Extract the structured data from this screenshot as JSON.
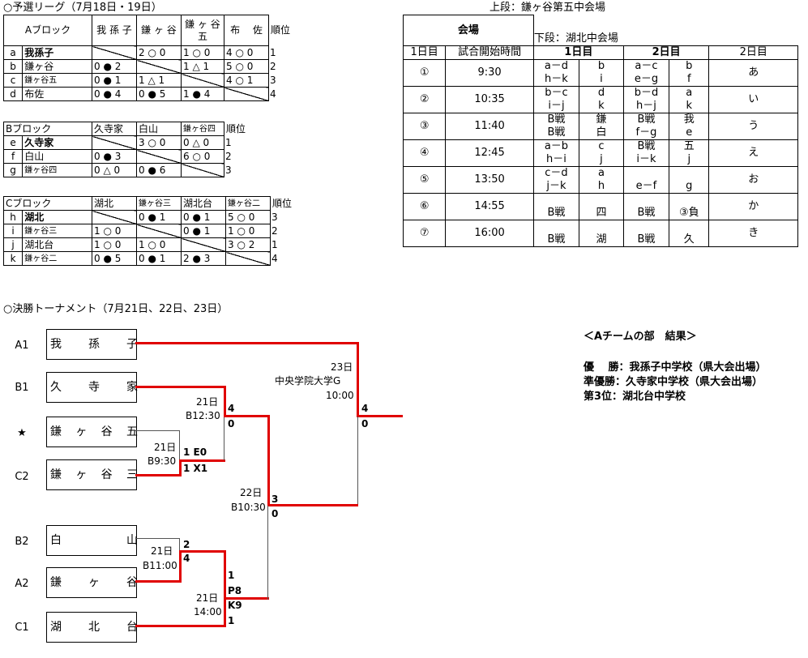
{
  "prelim": {
    "title": "○予選リーグ（7月18日・19日）",
    "blockA": {
      "label": "Aブロック",
      "col_heads": [
        "我 孫 子",
        "鎌 ヶ 谷",
        "鎌 ヶ 谷 五",
        "布　 佐"
      ],
      "rank_label": "順位",
      "rows": [
        {
          "k": "a",
          "name": "我孫子",
          "r": [
            "",
            "2 ○ 0",
            "1 ○ 0",
            "4 ○ 0"
          ],
          "rank": "1"
        },
        {
          "k": "b",
          "name": "鎌ヶ谷",
          "r": [
            "0 ● 2",
            "",
            "1 △ 1",
            "5 ○ 0"
          ],
          "rank": "2"
        },
        {
          "k": "c",
          "name": "鎌ヶ谷五",
          "r": [
            "0 ● 1",
            "1 △ 1",
            "",
            "4 ○ 1"
          ],
          "rank": "3"
        },
        {
          "k": "d",
          "name": "布佐",
          "r": [
            "0 ● 4",
            "0 ● 5",
            "1 ● 4",
            ""
          ],
          "rank": "4"
        }
      ]
    },
    "blockB": {
      "label": "Bブロック",
      "col_heads": [
        "久寺家",
        "白山",
        "鎌ヶ谷四"
      ],
      "rank_label": "順位",
      "rows": [
        {
          "k": "e",
          "name": "久寺家",
          "r": [
            "",
            "3 ○ 0",
            "0 △ 0"
          ],
          "rank": "1"
        },
        {
          "k": "f",
          "name": "白山",
          "r": [
            "0 ● 3",
            "",
            "6 ○ 0"
          ],
          "rank": "2"
        },
        {
          "k": "g",
          "name": "鎌ヶ谷四",
          "r": [
            "0 △ 0",
            "0 ● 6",
            ""
          ],
          "rank": "3"
        }
      ]
    },
    "blockC": {
      "label": "Cブロック",
      "col_heads": [
        "湖北",
        "鎌ヶ谷三",
        "湖北台",
        "鎌ヶ谷二"
      ],
      "rank_label": "順位",
      "rows": [
        {
          "k": "h",
          "name": "湖北",
          "r": [
            "",
            "0 ● 1",
            "0 ● 1",
            "5 ○ 0"
          ],
          "rank": "3"
        },
        {
          "k": "i",
          "name": "鎌ヶ谷三",
          "r": [
            "1 ○ 0",
            "",
            "0 ● 1",
            "1 ○ 0"
          ],
          "rank": "2"
        },
        {
          "k": "j",
          "name": "湖北台",
          "r": [
            "1 ○ 0",
            "1 ○ 0",
            "",
            "3 ○ 2"
          ],
          "rank": "1"
        },
        {
          "k": "k",
          "name": "鎌ヶ谷二",
          "r": [
            "0 ● 5",
            "0 ● 1",
            "2 ● 3",
            ""
          ],
          "rank": "4"
        }
      ]
    }
  },
  "schedule": {
    "venue_top": "上段：鎌ヶ谷第五中会場",
    "venue_bottom": "下段：湖北中会場",
    "venue_header": "会場",
    "heads": [
      "1日目",
      "試合開始時間",
      "1日目",
      "2日目",
      "2日目"
    ],
    "rows": [
      {
        "no": "①",
        "time": "9:30",
        "a": [
          "a－d",
          "b",
          "a－c",
          "b"
        ],
        "b": [
          "h－k",
          "i",
          "e－g",
          "f"
        ],
        "d2": "あ"
      },
      {
        "no": "②",
        "time": "10:35",
        "a": [
          "b－c",
          "d",
          "b－d",
          "a"
        ],
        "b": [
          "i－j",
          "k",
          "h－j",
          "k"
        ],
        "d2": "い"
      },
      {
        "no": "③",
        "time": "11:40",
        "a": [
          "B戦",
          "鎌",
          "B戦",
          "我"
        ],
        "b": [
          "B戦",
          "白",
          "f－g",
          "e"
        ],
        "d2": "う"
      },
      {
        "no": "④",
        "time": "12:45",
        "a": [
          "a－b",
          "c",
          "B戦",
          "五"
        ],
        "b": [
          "h－i",
          "j",
          "i－k",
          "j"
        ],
        "d2": "え"
      },
      {
        "no": "⑤",
        "time": "13:50",
        "a": [
          "c－d",
          "a",
          "",
          ""
        ],
        "b": [
          "j－k",
          "h",
          "e－f",
          "g"
        ],
        "d2": "お"
      },
      {
        "no": "⑥",
        "time": "14:55",
        "a": [
          "",
          "",
          "",
          ""
        ],
        "b": [
          "B戦",
          "四",
          "B戦",
          "③負"
        ],
        "d2": "か"
      },
      {
        "no": "⑦",
        "time": "16:00",
        "a": [
          "",
          "",
          "",
          ""
        ],
        "b": [
          "B戦",
          "湖",
          "B戦",
          "久"
        ],
        "d2": "き"
      }
    ]
  },
  "tournament": {
    "title": "○決勝トーナメント（7月21日、22日、23日）",
    "seeds": [
      "A1",
      "B1",
      "★",
      "C2",
      "B2",
      "A2",
      "C1"
    ],
    "teams": [
      [
        "我",
        "孫",
        "子"
      ],
      [
        "久",
        "寺",
        "家"
      ],
      [
        "鎌",
        "ヶ",
        "谷",
        "五"
      ],
      [
        "鎌",
        "ヶ",
        "谷",
        "三"
      ],
      [
        "白",
        "山"
      ],
      [
        "鎌",
        "ヶ",
        "谷"
      ],
      [
        "湖",
        "北",
        "台"
      ]
    ],
    "m1": {
      "date": "21日",
      "slot": "B9:30",
      "s1": "1 E0",
      "s2": "1 X1"
    },
    "m2": {
      "date": "21日",
      "slot": "B12:30",
      "s1": "4",
      "s2": "0"
    },
    "m3": {
      "date": "21日",
      "slot": "B11:00",
      "s1": "2",
      "s2": "4"
    },
    "m4": {
      "date": "21日",
      "slot": "14:00",
      "s1": "1",
      "s2": "P8",
      "s3": "K9",
      "s4": "1"
    },
    "m5": {
      "date": "22日",
      "slot": "B10:30",
      "s1": "3",
      "s2": "0"
    },
    "final": {
      "date": "23日",
      "venue": "中央学院大学G",
      "time": "10:00",
      "s1": "4",
      "s2": "0"
    }
  },
  "results": {
    "title": "＜Aチームの部　結果＞",
    "lines": [
      "優　 勝：我孫子中学校（県大会出場）",
      "準優勝：久寺家中学校（県大会出場）",
      "第3位：湖北台中学校"
    ]
  }
}
